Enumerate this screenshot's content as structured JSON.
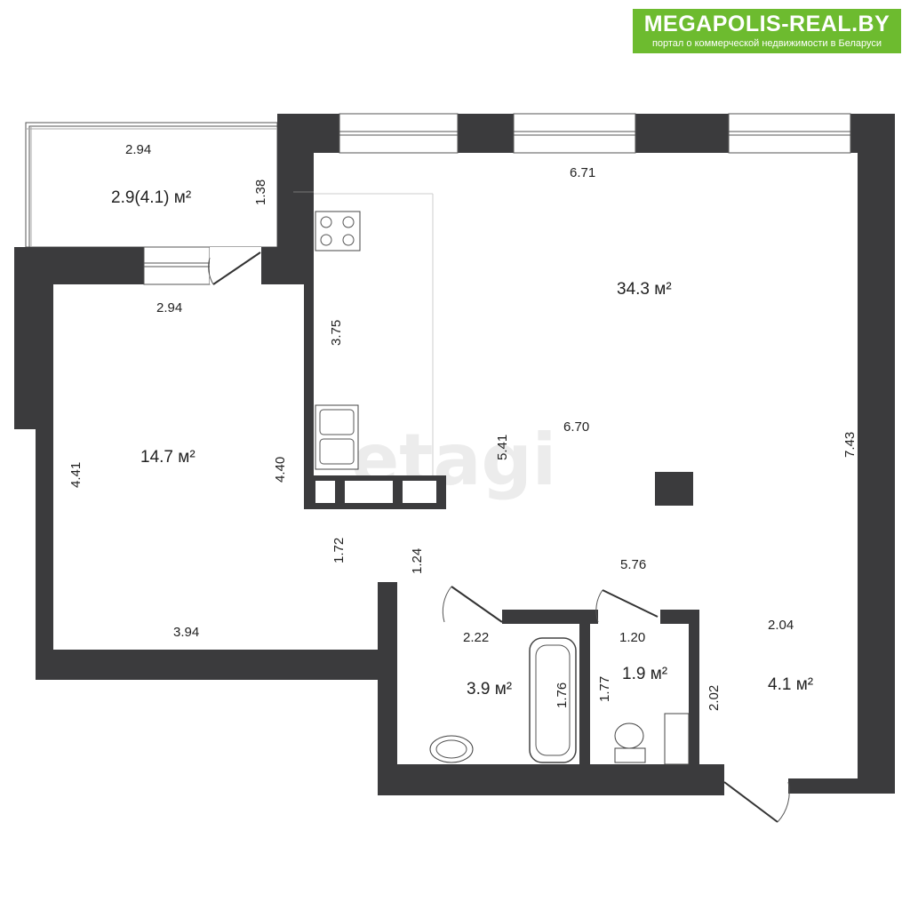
{
  "logo": {
    "name": "MEGAPOLIS-REAL.BY",
    "tagline": "портал о коммерческой недвижимости в Беларуси"
  },
  "watermark": "etagi",
  "colors": {
    "wall": "#3b3b3d",
    "logo_bg": "#6dbb2f"
  },
  "rooms": {
    "balcony": "2.9(4.1) м²",
    "bedroom": "14.7 м²",
    "living": "34.3 м²",
    "bathroom": "3.9 м²",
    "toilet": "1.9 м²",
    "hall": "4.1 м²"
  },
  "dimensions": {
    "balcony_width": "2.94",
    "balcony_depth": "1.38",
    "bedroom_top": "2.94",
    "bedroom_left": "4.41",
    "bedroom_right": "4.40",
    "bedroom_bottom": "3.94",
    "bedroom_corridor": "1.72",
    "living_top": "6.71",
    "living_kitchen": "3.75",
    "living_mid_v": "5.41",
    "living_mid_h": "6.70",
    "living_right": "7.43",
    "corridor_v": "1.24",
    "corridor_h": "5.76",
    "bath_width": "2.22",
    "bath_tub": "1.76",
    "toilet_width": "1.20",
    "toilet_depth": "1.77",
    "hall_width": "2.04",
    "hall_depth": "2.02"
  }
}
